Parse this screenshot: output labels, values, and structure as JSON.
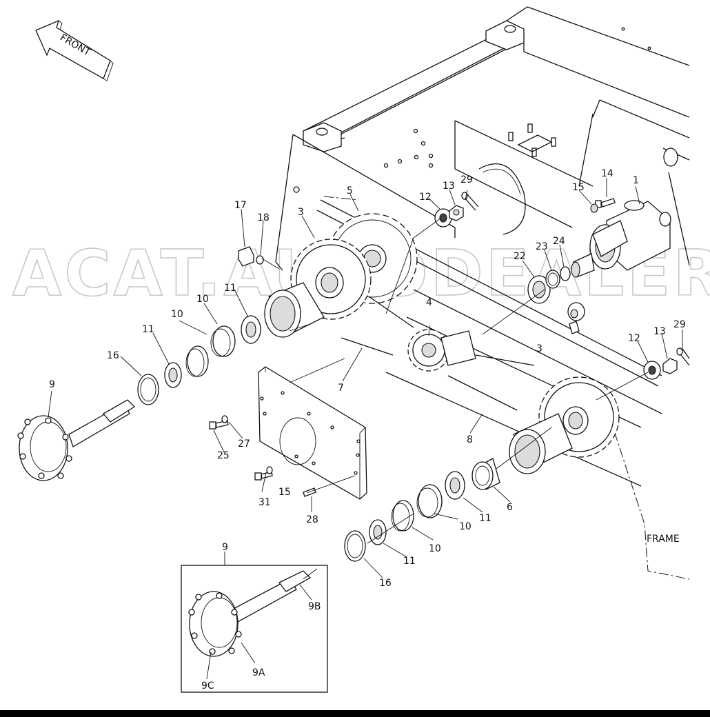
{
  "direction_arrow": {
    "label": "FRONT"
  },
  "frame_label": "FRAME",
  "watermark": "ACAT.AUTODEALER.RU",
  "callouts": {
    "c1": "1",
    "c3a": "3",
    "c3b": "3",
    "c4": "4",
    "c5": "5",
    "c6": "6",
    "c7": "7",
    "c8": "8",
    "c9a": "9",
    "c9b": "9",
    "c9A": "9A",
    "c9B": "9B",
    "c9C": "9C",
    "c10a": "10",
    "c10b": "10",
    "c10c": "10",
    "c10d": "10",
    "c11a": "11",
    "c11b": "11",
    "c11c": "11",
    "c11d": "11",
    "c12a": "12",
    "c12b": "12",
    "c13a": "13",
    "c13b": "13",
    "c14": "14",
    "c15a": "15",
    "c15b": "15",
    "c16a": "16",
    "c16b": "16",
    "c17": "17",
    "c18": "18",
    "c22": "22",
    "c23": "23",
    "c24": "24",
    "c25": "25",
    "c27": "27",
    "c28": "28",
    "c29a": "29",
    "c29b": "29",
    "c31": "31"
  }
}
